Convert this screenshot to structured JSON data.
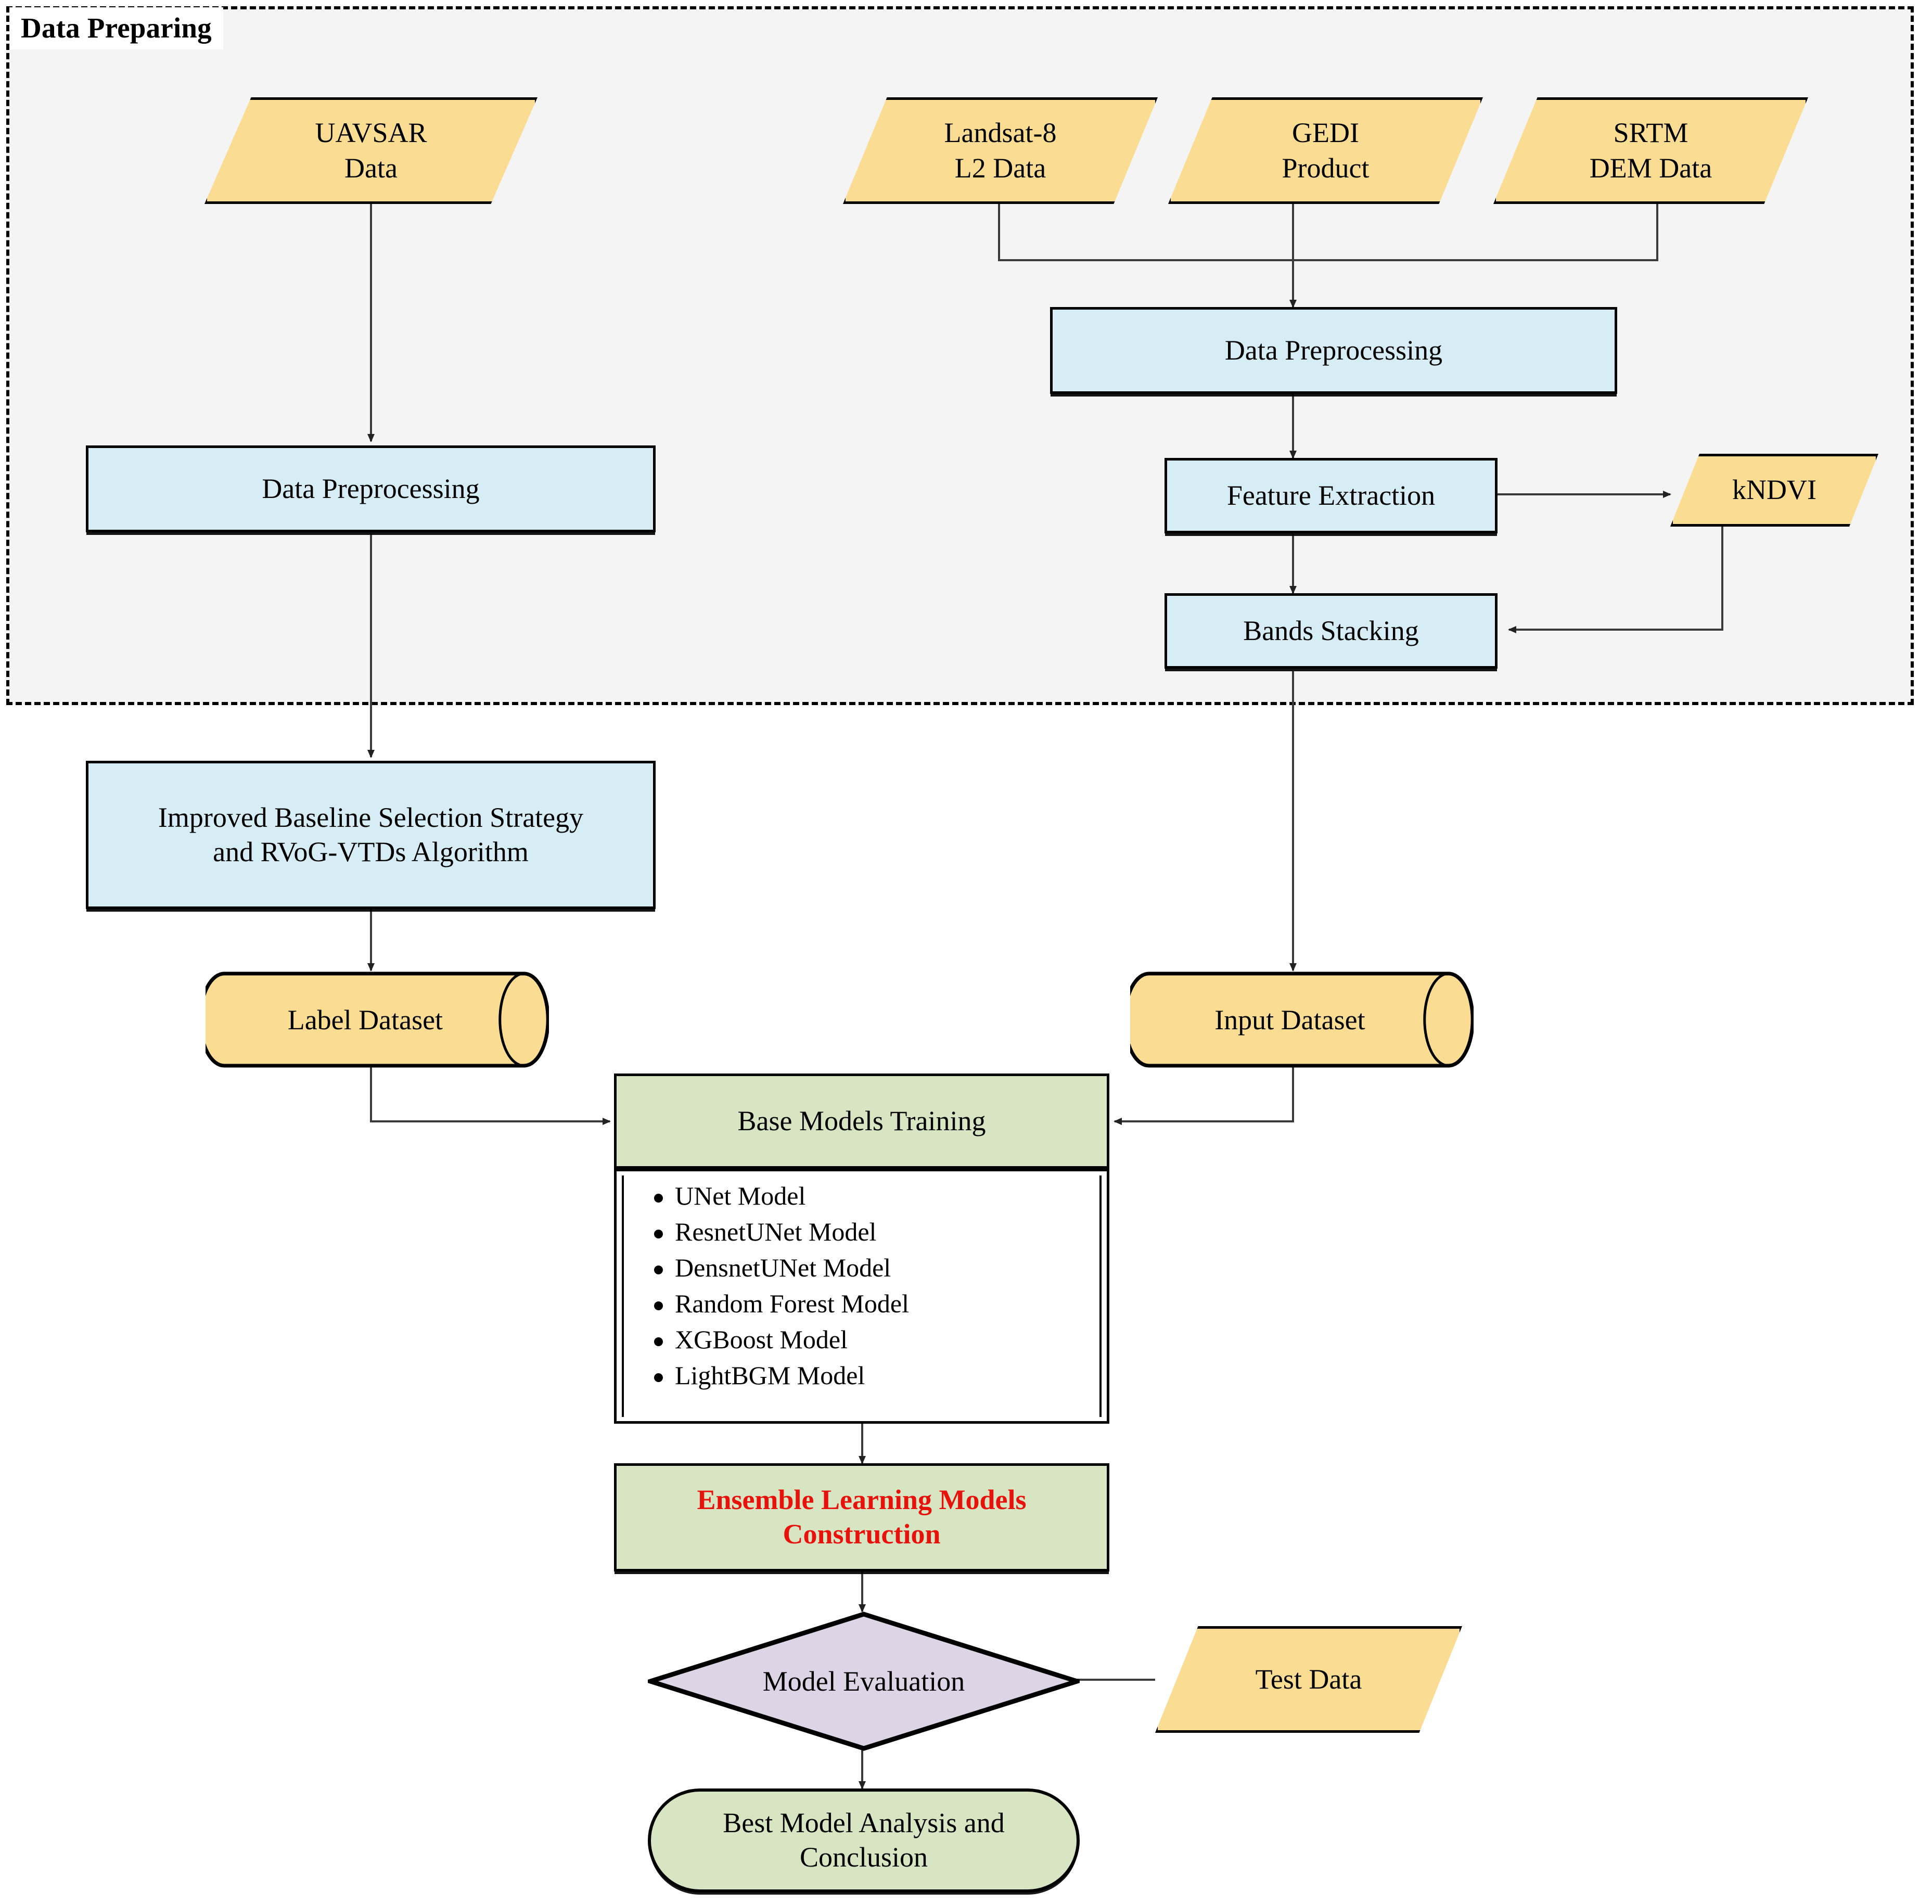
{
  "diagram": {
    "title": "Workflow Flowchart",
    "group": {
      "label": "Data Preparing"
    },
    "colors": {
      "data_yellow": "#fadd92",
      "process_blue": "#d6edf5",
      "model_green": "#d8e5c2",
      "decision_lavender": "#ddd5e5",
      "group_background": "#f4f4f4",
      "highlight_red": "#e8120c",
      "stroke": "#000000"
    },
    "nodes": {
      "uavsar_data": "UAVSAR\nData",
      "uavsar_data_line1": "UAVSAR",
      "uavsar_data_line2": "Data",
      "landsat_line1": "Landsat-8",
      "landsat_line2": "L2 Data",
      "gedi_line1": "GEDI",
      "gedi_line2": "Product",
      "srtm_line1": "SRTM",
      "srtm_line2": "DEM Data",
      "preprocess_left": "Data Preprocessing",
      "preprocess_right": "Data Preprocessing",
      "feature_extraction": "Feature Extraction",
      "kndvi": "kNDVI",
      "bands_stacking": "Bands Stacking",
      "baseline_line1": "Improved Baseline Selection Strategy",
      "baseline_line2": "and RVoG-VTDs Algorithm",
      "label_dataset": "Label Dataset",
      "input_dataset": "Input Dataset",
      "base_models_training": "Base Models Training",
      "ensemble_line1": "Ensemble Learning Models",
      "ensemble_line2": "Construction",
      "model_evaluation": "Model Evaluation",
      "test_data": "Test Data",
      "conclusion_line1": "Best Model Analysis and",
      "conclusion_line2": "Conclusion"
    },
    "base_models": [
      "UNet Model",
      "ResnetUNet Model",
      "DensnetUNet Model",
      "Random Forest Model",
      "XGBoost Model",
      "LightBGM Model"
    ]
  }
}
